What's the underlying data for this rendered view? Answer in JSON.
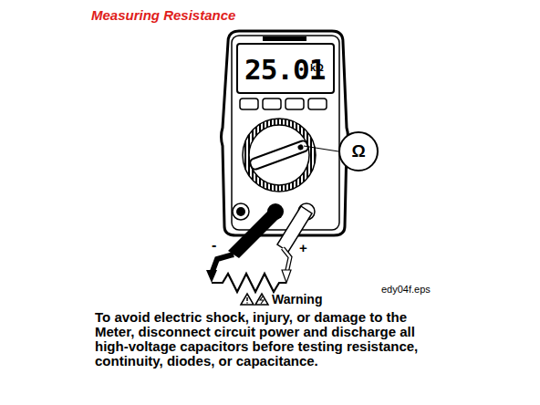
{
  "diagram": {
    "title": "Measuring Resistance",
    "nodes": [
      {
        "text": [
          "25.01",
          "kΩ"
        ]
      },
      {
        "text": [
          "Ω"
        ]
      }
    ],
    "labels": [
      "-",
      "+",
      "edy04f.eps",
      "Warning",
      "To avoid electric shock, injury, or damage to the Meter, disconnect circuit power and discharge all high-voltage capacitors before testing resistance, continuity, diodes, or capacitance."
    ]
  }
}
